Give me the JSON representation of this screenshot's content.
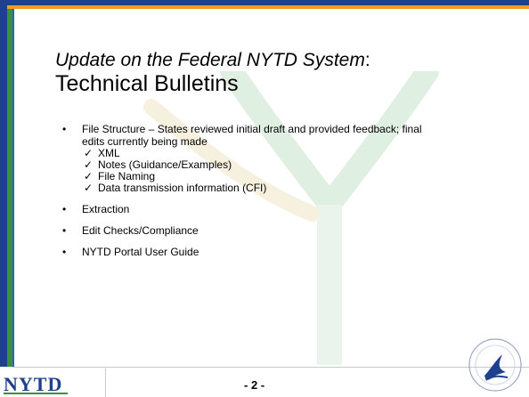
{
  "slide": {
    "title_italic": "Update on the Federal NYTD System",
    "title_colon": ":",
    "subtitle": "Technical Bulletins",
    "bullets": [
      {
        "text": "File Structure – States reviewed initial draft and provided feedback; final edits currently being made",
        "subitems": [
          "XML",
          "Notes (Guidance/Examples)",
          "File Naming",
          "Data transmission information (CFI)"
        ]
      },
      {
        "text": "Extraction"
      },
      {
        "text": "Edit Checks/Compliance"
      },
      {
        "text": "NYTD Portal User Guide"
      }
    ],
    "bullet_glyph": "•",
    "check_glyph": "✓"
  },
  "footer": {
    "logo_text": "NYTD",
    "page_number": "- 2 -",
    "seal_icon": "hhs-seal-icon"
  },
  "colors": {
    "blue": "#1f3f8f",
    "orange": "#f39a1e",
    "green": "#3c8f3c"
  }
}
